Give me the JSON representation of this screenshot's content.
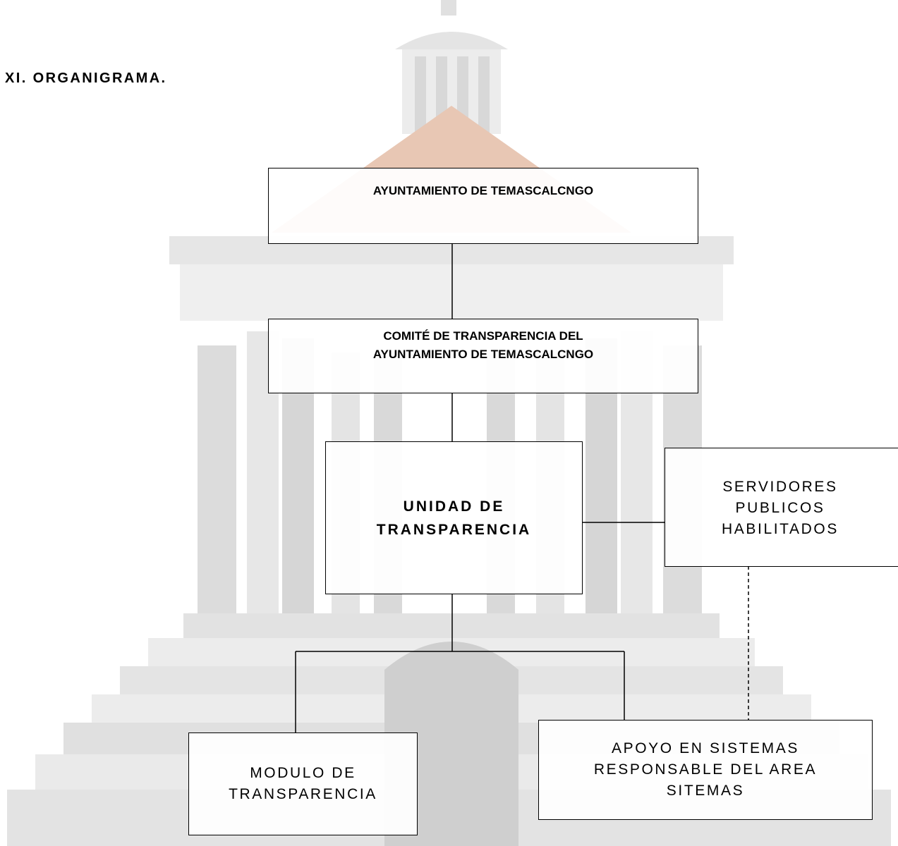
{
  "document": {
    "heading": "XI. ORGANIGRAMA."
  },
  "org_chart": {
    "ayuntamiento": {
      "line1": "AYUNTAMIENTO DE TEMASCALCNGO"
    },
    "comite": {
      "line1": "COMITÉ DE  TRANSPARENCIA DEL",
      "line2": "AYUNTAMIENTO DE TEMASCALCNGO"
    },
    "unidad": {
      "line1": "UNIDAD DE",
      "line2": "TRANSPARENCIA"
    },
    "servidores": {
      "line1": "SERVIDORES",
      "line2": "PUBLICOS",
      "line3": "HABILITADOS"
    },
    "modulo": {
      "line1": "MODULO DE",
      "line2": "TRANSPARENCIA"
    },
    "apoyo": {
      "line1": "APOYO EN SISTEMAS",
      "line2": "RESPONSABLE DEL AREA",
      "line3": "SITEMAS"
    }
  },
  "colors": {
    "watermark_gray": "#e3e3e3",
    "watermark_dark": "#cfcfcf",
    "watermark_roof": "#e6c3b0",
    "line": "#000000"
  }
}
